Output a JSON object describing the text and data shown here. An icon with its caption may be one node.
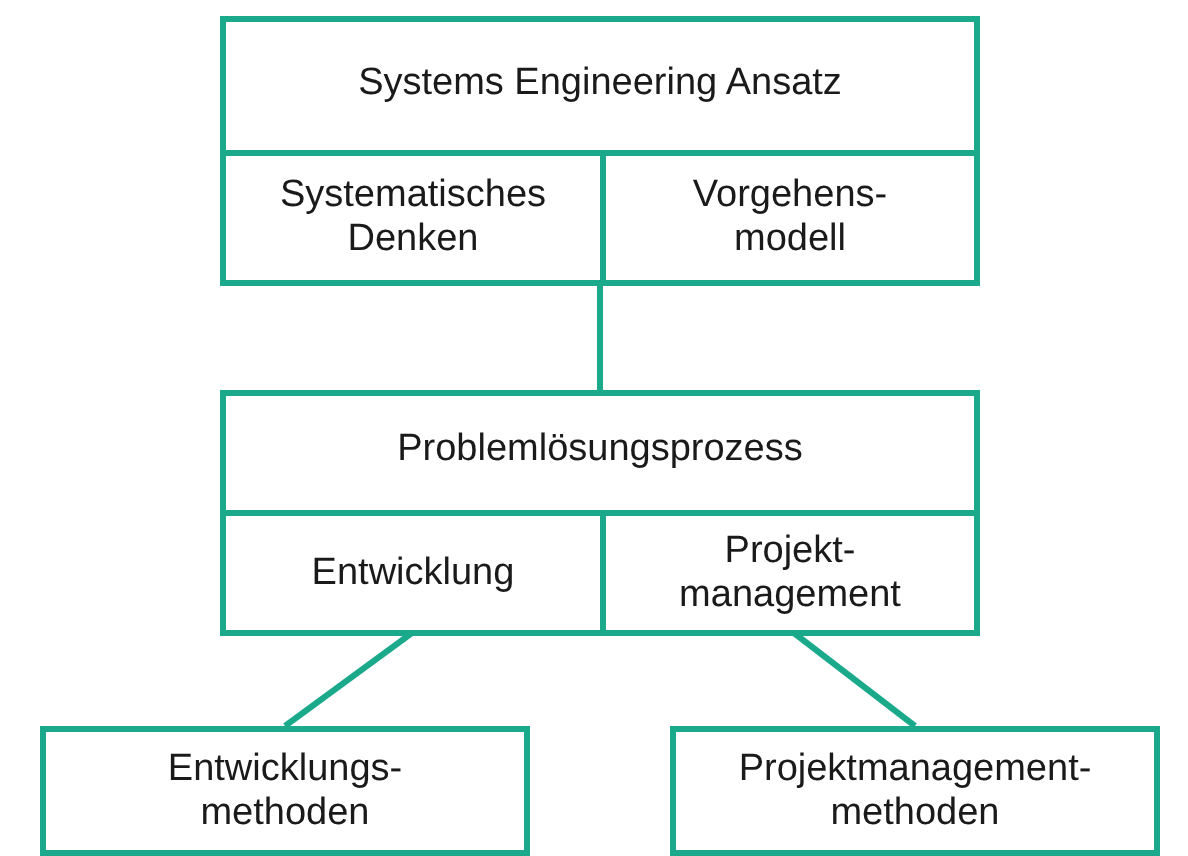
{
  "diagram": {
    "nodes": [
      {
        "text": [
          "Systems Engineering Ansatz"
        ]
      },
      {
        "text": [
          "Systematisches Denken"
        ],
        "in": 0
      },
      {
        "text": [
          "Vorgehens- modell"
        ],
        "in": 0
      },
      {
        "text": [
          "Problemlösungsprozess"
        ]
      },
      {
        "text": [
          "Entwicklung"
        ],
        "in": 3
      },
      {
        "text": [
          "Projekt- management"
        ],
        "in": 3
      },
      {
        "text": [
          "Entwicklungs- methoden"
        ]
      },
      {
        "text": [
          "Projektmanagement- methoden"
        ]
      }
    ],
    "edges": [
      {
        "from": 0,
        "to": 3,
        "arrow": "none"
      },
      {
        "from": 4,
        "to": 6,
        "arrow": "none"
      },
      {
        "from": 5,
        "to": 7,
        "arrow": "none"
      }
    ]
  }
}
